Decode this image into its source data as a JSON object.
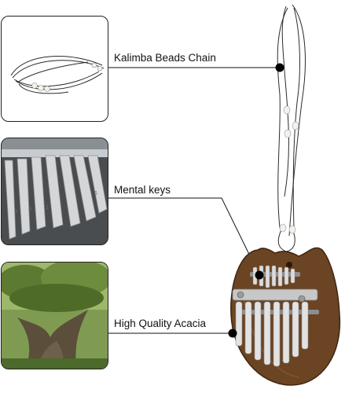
{
  "callouts": [
    {
      "label": "Kalimba Beads Chain"
    },
    {
      "label": "Mental keys"
    },
    {
      "label": "High Quality Acacia"
    }
  ],
  "colors": {
    "wood": "#6b4423",
    "wood_dark": "#3f2613",
    "metal": "#d9d9d9",
    "leader_line": "#111111",
    "dot": "#000000"
  },
  "icons": {
    "chain": "bead-chain-photo",
    "keys": "metal-keys-photo",
    "wood": "acacia-tree-photo",
    "product": "mini-kalimba-photo"
  }
}
